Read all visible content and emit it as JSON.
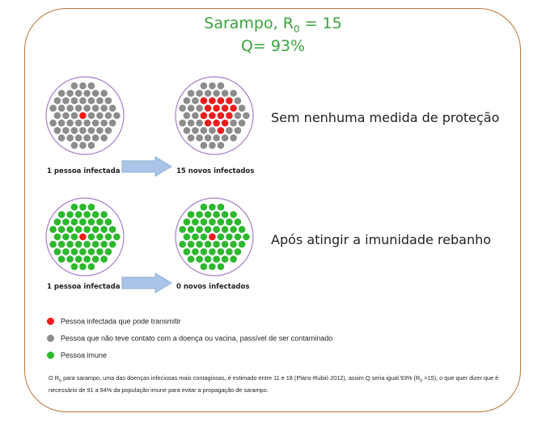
{
  "title": {
    "disease": "Sarampo, R",
    "r_subscript": "0",
    "r_value": " = 15",
    "q_line": "Q= 93%"
  },
  "colors": {
    "infected": "#ee1c1c",
    "susceptible": "#8c8c8c",
    "immune": "#2db82d",
    "title": "#3aa33a",
    "frame": "#b8773a",
    "arrow": "#a9c4e6"
  },
  "scenarios": [
    {
      "left_caption": "1 pessoa infectada",
      "right_caption": "15 novos infectados",
      "description": "Sem nenhuma medida de proteção",
      "background_dots": "susceptible",
      "new_infected": 15
    },
    {
      "left_caption": "1 pessoa infectada",
      "right_caption": "0 novos infectados",
      "description": "Após atingir a imunidade rebanho",
      "background_dots": "immune",
      "new_infected": 0
    }
  ],
  "legend": [
    {
      "label": "Pessoa infectada que pode transmitir",
      "color_key": "infected"
    },
    {
      "label": "Pessoa que não teve contato com a doença ou vacina,  passível de ser contaminado",
      "color_key": "susceptible"
    },
    {
      "label": "Pessoa imune",
      "color_key": "immune"
    }
  ],
  "footnote": {
    "p1": "O R",
    "sub1": "0",
    "p2": " para sarampo, uma das doenças infeciosas mais contagiosas, é estimado entre 11 e 18 (Plans-Rubió 2012), assim Q seria igual 93% (R",
    "sub2": "0",
    "p3": " =15), o que quer dizer que é necessário de 91 a 94% da população imune para evitar a propagação de sarampo."
  }
}
